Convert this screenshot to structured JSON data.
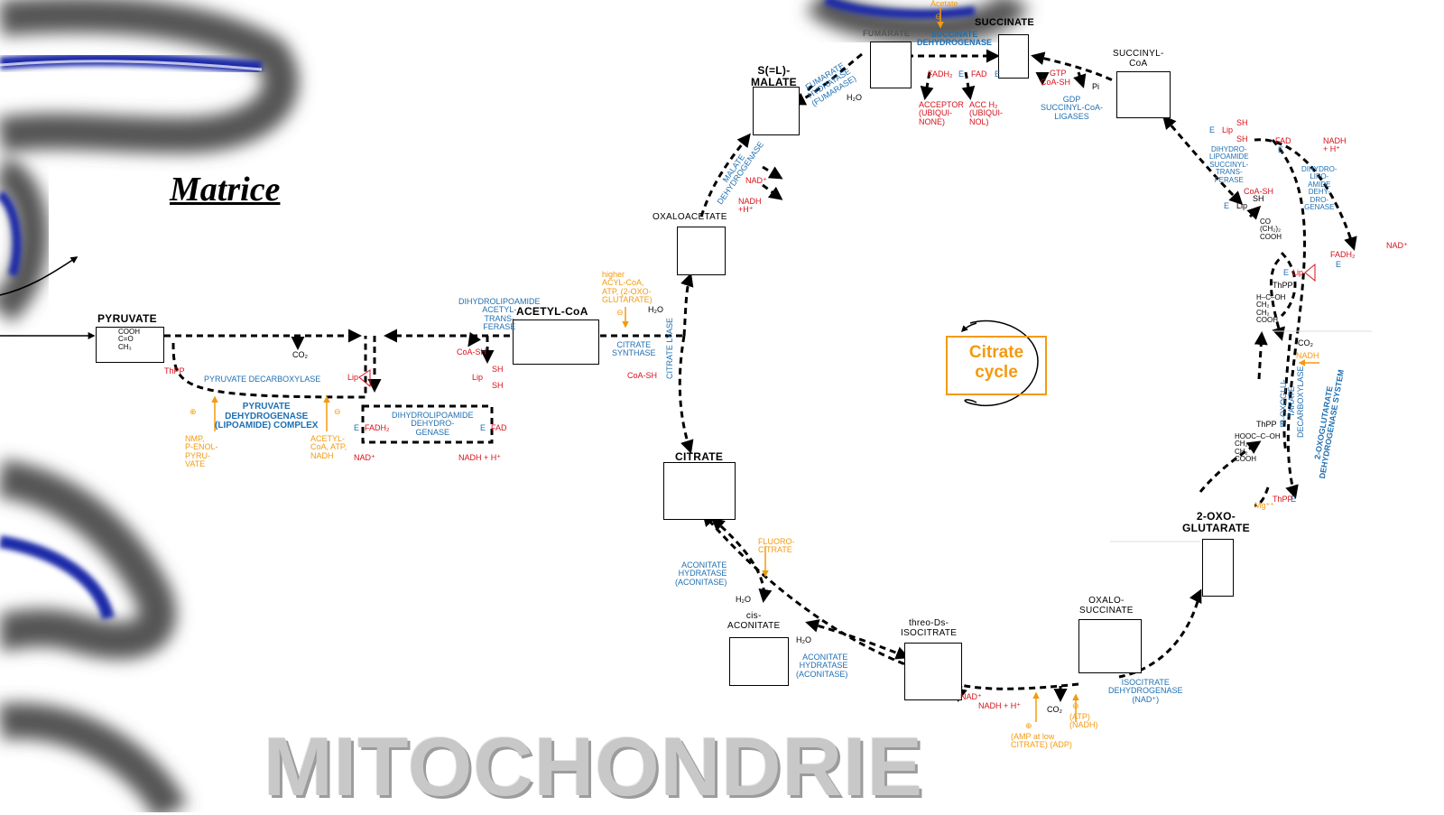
{
  "matrix_label": "Matrice",
  "watermark": "MITOCHONDRIE",
  "cycle_center": "Citrate\ncycle",
  "metabolites": {
    "pyruvate": "PYRUVATE",
    "pyruvate_formula": "COOH\nC=O\nCH₃",
    "acetyl_coa": "ACETYL-CoA",
    "citrate": "CITRATE",
    "cis_aconitate": "cis-\nACONITATE",
    "isocitrate": "threo-Ds-\nISOCITRATE",
    "oxalosuccinate": "OXALO-\nSUCCINATE",
    "oxoglutarate": "2-OXO-\nGLUTARATE",
    "succinyl_coa": "SUCCINYL-\nCoA",
    "succinate": "SUCCINATE",
    "fumarate": "FUMARATE",
    "malate": "S(=L)-\nMALATE",
    "oxaloacetate": "OXALOACETATE"
  },
  "enzymes": {
    "pyruvate_decarboxylase": "PYRUVATE DECARBOXYLASE",
    "pdh_complex": "PYRUVATE\nDEHYDROGENASE\n(LIPOAMIDE) COMPLEX",
    "dihydrolipoamide_dehydrogenase": "DIHYDROLIPOAMIDE\nDEHYDRO-\nGENASE",
    "dihydrolipoamide_acetyltransferase": "DIHYDROLIPOAMIDE\nACETYL-\nTRANS-\nFERASE",
    "citrate_synthase": "CITRATE\nSYNTHASE",
    "citrate_lyase": "CITRATE LYASE",
    "aconitate_hydratase_1": "ACONITATE\nHYDRATASE\n(ACONITASE)",
    "aconitate_hydratase_2": "ACONITATE\nHYDRATASE\n(ACONITASE)",
    "isocitrate_dehydrogenase": "ISOCITRATE\nDEHYDROGENASE\n(NAD⁺)",
    "oxoglutarate_decarboxylase": "2-OXOGLU-\nTARATE\nDECARBOXYLASE",
    "oxoglutarate_system": "2-OXOGLUTARATE\nDEHYDROGENASE SYSTEM",
    "dihydrolipoamide_succinyltransferase": "DIHYDRO-\nLIPOAMIDE\nSUCCINYL-\nTRANS-\nFERASE",
    "dihydrolipoamide_dehydrogenase_2": "DIHYDRO-\nLIPO-\nAMIDE\nDEHY-\nDRO-\nGENASE",
    "succinyl_coa_ligase": "GDP\nSUCCINYL-CoA-\nLIGASES",
    "succinate_dehydrogenase": "SUCCINATE\nDEHYDROGENASE",
    "fumarate_hydratase": "FUMARATE\nHYDRATASE\n(FUMARASE)",
    "malate_dehydrogenase": "MALATE\nDEHYDROGENASE"
  },
  "cofactors": {
    "thpp_1": "ThPP",
    "co2_1": "CO₂",
    "lip_ss": "Lip",
    "coa_sh_1": "CoA-SH",
    "lip_sh": "Lip",
    "sh_a": "SH",
    "sh_b": "SH",
    "fadh2_1": "FADH₂",
    "e_1": "E",
    "fad_1": "FAD",
    "e_2": "E",
    "nad_1": "NAD⁺",
    "nadh_1": "NADH + H⁺",
    "h2o_1": "H₂O",
    "coa_sh_2": "CoA-SH",
    "h2o_2": "H₂O",
    "h2o_3": "H₂O",
    "nad_2": "NAD⁺",
    "nadh_2": "NADH + H⁺",
    "co2_2": "CO₂",
    "thpp_2": "ThPP",
    "mg": "Mg⁺⁺",
    "e_3": "E",
    "thpp_3": "ThPP",
    "e_4": "E",
    "nadh_3": "NADH",
    "co2_3": "CO₂",
    "lip_2": "Lip",
    "e_5": "E",
    "fadh2_2": "FADH₂",
    "e_6": "E",
    "nad_3": "NAD⁺",
    "fad_2": "FAD",
    "e_7": "E",
    "nadh_4": "NADH\n+ H⁺",
    "lip_3": "Lip",
    "sh_c": "SH",
    "sh_d": "SH",
    "e_8": "E",
    "coa_sh_3": "CoA-SH",
    "e_9": "E",
    "lip_4": "Lip",
    "sh_e": "SH",
    "gtp": "GTP",
    "coa_sh_4": "CoA-SH",
    "pi": "Pi",
    "fadh2_3": "FADH₂",
    "e_10": "E",
    "fad_3": "FAD",
    "e_11": "E",
    "acceptor": "ACCEPTOR\n(UBIQUI-\nNONE)",
    "acc_h2": "ACC H₂\n(UBIQUI-\nNOL)",
    "h2o_4": "H₂O",
    "nad_4": "NAD⁺",
    "nadh_5": "NADH\n+H⁺",
    "h2o_5": "H₂O"
  },
  "succinyl_chain": "CO\n(CH₂)₂\nCOOH",
  "tpp_adduct": "H–C–OH\nCH₂\nCH₂\nCOOH",
  "oxoglut_adduct": "HOOC–C–OH\nCH₂\nCH₂\nCOOH",
  "regulators": {
    "nmp": "NMP,\nP-ENOL-\nPYRU-\nVATE",
    "acetyl_coa_reg": "ACETYL-\nCoA, ATP,\nNADH",
    "acyl_coa": "higher\nACYL-CoA,\nATP, (2-OXO-\nGLUTARATE)",
    "fluorocitrate": "FLUORO-\nCITRATE",
    "amp": "(AMP at low\nCITRATE) (ADP)",
    "atp_nadh": "(ATP)\n(NADH)",
    "malonate": "Acetate",
    "plus": "⊕",
    "minus": "⊖"
  },
  "colors": {
    "enzyme": "#1f6fb2",
    "cofactor": "#d8101a",
    "regulator": "#f39a0e",
    "membrane": "#1a2aa8"
  }
}
